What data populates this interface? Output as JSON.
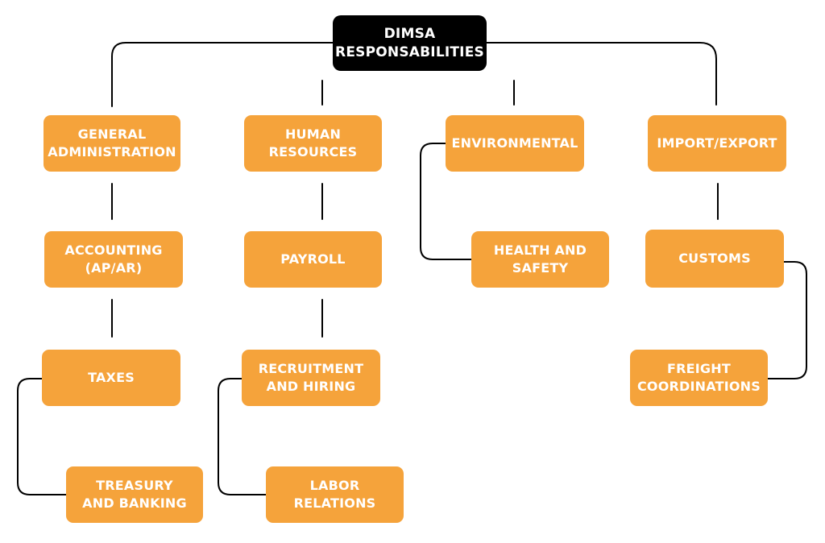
{
  "colors": {
    "accent": "#f5a33b",
    "root": "#000000",
    "line": "#000000",
    "text": "#ffffff"
  },
  "root": {
    "label": "DIMSA\nRESPONSABILITIES"
  },
  "columns": [
    {
      "items": [
        "GENERAL\nADMINISTRATION",
        "ACCOUNTING\n(AP/AR)",
        "TAXES",
        "TREASURY\nAND BANKING"
      ]
    },
    {
      "items": [
        "HUMAN\nRESOURCES",
        "PAYROLL",
        "RECRUITMENT\nAND HIRING",
        "LABOR\nRELATIONS"
      ]
    },
    {
      "items": [
        "ENVIRONMENTAL",
        "HEALTH AND\nSAFETY"
      ]
    },
    {
      "items": [
        "IMPORT/EXPORT",
        "CUSTOMS",
        "FREIGHT\nCOORDINATIONS"
      ]
    }
  ]
}
